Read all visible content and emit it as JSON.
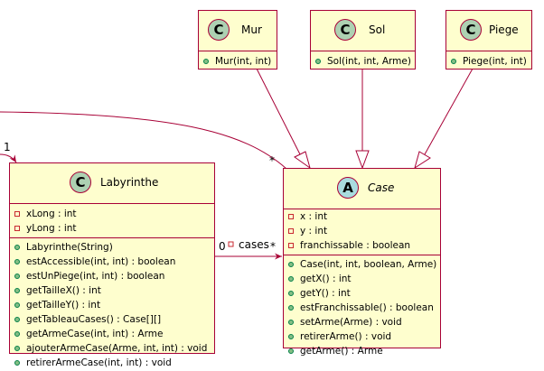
{
  "classes": {
    "mur": {
      "stereotype": "C",
      "name": "Mur",
      "methods": [
        "Mur(int, int)"
      ]
    },
    "sol": {
      "stereotype": "C",
      "name": "Sol",
      "methods": [
        "Sol(int, int, Arme)"
      ]
    },
    "piege": {
      "stereotype": "C",
      "name": "Piege",
      "methods": [
        "Piege(int, int)"
      ]
    },
    "labyrinthe": {
      "stereotype": "C",
      "name": "Labyrinthe",
      "attributes": [
        "xLong : int",
        "yLong : int"
      ],
      "methods": [
        "Labyrinthe(String)",
        "estAccessible(int, int) : boolean",
        "estUnPiege(int, int) : boolean",
        "getTailleX() : int",
        "getTailleY() : int",
        "getTableauCases() : Case[][]",
        "getArmeCase(int, int) : Arme",
        "ajouterArmeCase(Arme, int, int) : void",
        "retirerArmeCase(int, int) : void"
      ]
    },
    "case": {
      "stereotype": "A",
      "name": "Case",
      "attributes": [
        "x : int",
        "y : int",
        "franchissable : boolean"
      ],
      "methods": [
        "Case(int, int, boolean, Arme)",
        "getX() : int",
        "getY() : int",
        "estFranchissable() : boolean",
        "setArme(Arme) : void",
        "retirerArme() : void",
        "getArme() : Arme"
      ]
    }
  },
  "relations": {
    "cases_label": "cases",
    "cases_source_mult": "0",
    "cases_target_mult": "*",
    "outer_source_mult": "1",
    "outer_target_mult": "*"
  },
  "colors": {
    "class_fill": "#fefece",
    "border": "#a80036",
    "class_icon": "#add1b2",
    "abstract_icon": "#a9dcdf"
  }
}
